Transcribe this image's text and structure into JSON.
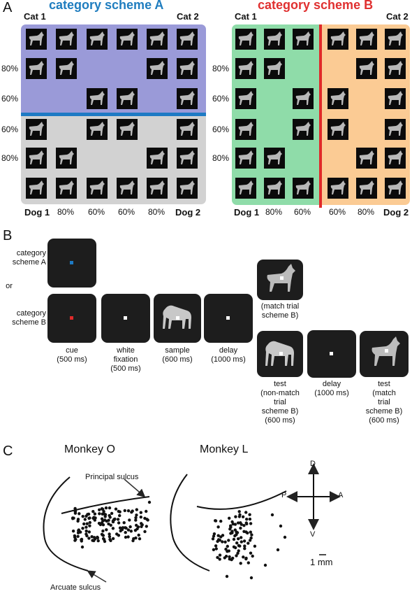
{
  "panel_a": {
    "letter": "A",
    "scheme_a": {
      "title": "category scheme A",
      "title_color": "#1f7dbf",
      "cat1": "Cat 1",
      "cat2": "Cat 2",
      "row_labels": [
        "",
        "80%",
        "60%",
        "60%",
        "80%",
        ""
      ],
      "col_labels": [
        "Dog 1",
        "80%",
        "60%",
        "60%",
        "80%",
        "Dog 2"
      ],
      "top_color": "#9a9ad8",
      "bottom_color": "#d2d2d2",
      "boundary_color": "#1e7ac4",
      "grid": [
        [
          1,
          1,
          1,
          1,
          1,
          1
        ],
        [
          1,
          1,
          0,
          0,
          1,
          1
        ],
        [
          0,
          0,
          1,
          1,
          0,
          1
        ],
        [
          1,
          0,
          1,
          1,
          0,
          1
        ],
        [
          1,
          1,
          0,
          0,
          1,
          1
        ],
        [
          1,
          1,
          1,
          1,
          1,
          1
        ]
      ]
    },
    "scheme_b": {
      "title": "category scheme B",
      "title_color": "#e03030",
      "cat1": "Cat 1",
      "cat2": "Cat 2",
      "row_labels": [
        "",
        "80%",
        "60%",
        "60%",
        "80%",
        ""
      ],
      "col_labels": [
        "Dog 1",
        "80%",
        "60%",
        "60%",
        "80%",
        "Dog 2"
      ],
      "left_color": "#8fdca9",
      "right_color": "#fbcb94",
      "boundary_color": "#e02a2a",
      "grid": [
        [
          1,
          1,
          1,
          1,
          1,
          1
        ],
        [
          1,
          1,
          0,
          0,
          1,
          1
        ],
        [
          1,
          0,
          1,
          1,
          0,
          1
        ],
        [
          1,
          0,
          1,
          1,
          0,
          1
        ],
        [
          1,
          1,
          0,
          0,
          1,
          1
        ],
        [
          1,
          1,
          1,
          1,
          1,
          1
        ]
      ]
    }
  },
  "panel_b": {
    "letter": "B",
    "label_scheme_a": "category\nscheme A",
    "label_or": "or",
    "label_scheme_b": "category\nscheme B",
    "cue_a_color": "#1e7ac4",
    "cue_b_color": "#e02a2a",
    "steps": {
      "cue": "cue\n(500 ms)",
      "fixation": "white\nfixation\n(500 ms)",
      "sample": "sample\n(600 ms)",
      "delay1": "delay\n(1000 ms)",
      "match_b": "(match trial\nscheme B)",
      "test_nonmatch": "test\n(non-match\ntrial\nscheme B)\n(600 ms)",
      "delay2": "delay\n(1000 ms)",
      "test_match": "test\n(match\ntrial\nscheme B)\n(600 ms)"
    }
  },
  "panel_c": {
    "letter": "C",
    "monkey_o": "Monkey O",
    "monkey_l": "Monkey L",
    "principal_sulcus": "Principal sulcus",
    "arcuate_sulcus": "Arcuate sulcus",
    "compass": {
      "d": "D",
      "v": "V",
      "p": "P",
      "a": "A"
    },
    "scale": "1 mm"
  }
}
